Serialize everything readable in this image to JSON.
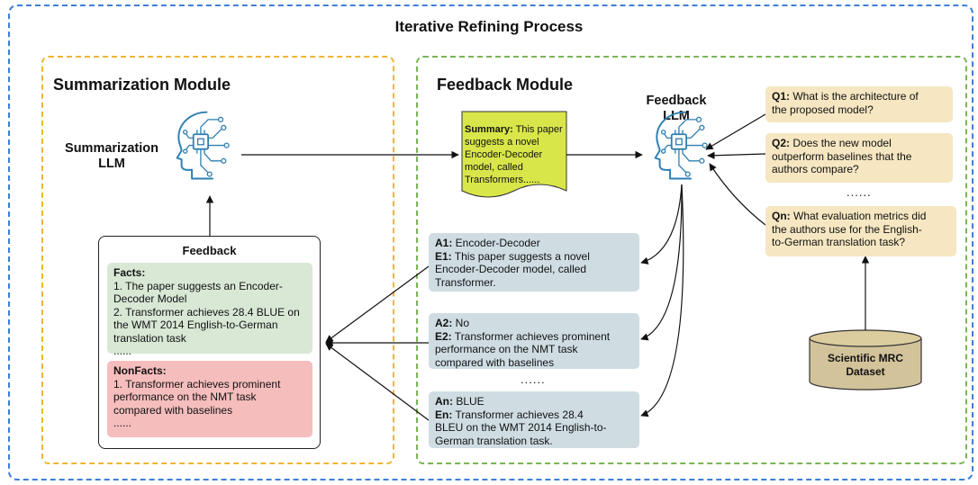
{
  "title": "Iterative Refining Process",
  "summarization_module": {
    "title": "Summarization Module",
    "llm_label": [
      "Summarization",
      "LLM"
    ],
    "feedback": {
      "title": "Feedback",
      "facts_heading": "Facts:",
      "facts_lines": [
        "1. The paper suggests an Encoder-",
        "Decoder Model",
        "2. Transformer achieves 28.4 BLUE on",
        "the WMT 2014 English-to-German",
        "translation task",
        "......"
      ],
      "nonfacts_heading": "NonFacts:",
      "nonfacts_lines": [
        "1. Transformer achieves prominent",
        "performance on the NMT task",
        "compared with baselines",
        "......"
      ]
    }
  },
  "feedback_module": {
    "title": "Feedback Module",
    "llm_label": [
      "Feedback",
      "LLM"
    ],
    "summary": {
      "label": "Summary:",
      "lines": [
        " This paper",
        "suggests a novel",
        "Encoder-Decoder",
        "model, called",
        "Transformers......"
      ]
    },
    "questions": [
      {
        "id": "Q1:",
        "lines": [
          " What is the architecture of",
          "the proposed model?"
        ]
      },
      {
        "id": "Q2:",
        "lines": [
          " Does the new model",
          "outperform baselines that the",
          "authors compare?"
        ]
      },
      {
        "id": "Qn:",
        "lines": [
          " What evaluation metrics did",
          "the authors use for the English-",
          "to-German translation task?"
        ]
      }
    ],
    "question_ellipsis": "......",
    "answers": [
      {
        "a_id": "A1:",
        "a_text": " Encoder-Decoder",
        "e_id": "E1:",
        "e_lines": [
          " This paper suggests a novel",
          "Encoder-Decoder model, called",
          "Transformer."
        ]
      },
      {
        "a_id": "A2:",
        "a_text": " No",
        "e_id": "E2:",
        "e_lines": [
          " Transformer achieves prominent",
          "performance on the NMT task",
          "compared with baselines"
        ]
      },
      {
        "a_id": "An:",
        "a_text": " BLUE",
        "e_id": "En:",
        "e_lines": [
          " Transformer achieves 28.4",
          "BLEU on the WMT 2014 English-to-",
          "German translation task."
        ]
      }
    ],
    "answer_ellipsis": "......",
    "dataset_label": [
      "Scientific MRC",
      "Dataset"
    ]
  },
  "colors": {
    "outer_border": "#3d7fd6",
    "summarization_border": "#efb531",
    "feedback_border": "#79b556",
    "llm_icon": "#2e7fb0",
    "summary_note": "#d9e64a",
    "question_bg": "#f6e7c2",
    "answer_bg": "#cfdde3",
    "facts_bg": "#d8e8d5",
    "nonfacts_bg": "#f6bdbd",
    "database": "#d2c39a"
  },
  "icons": {
    "summarization_llm": "ai-head-chip-icon",
    "feedback_llm": "ai-head-chip-icon",
    "summary": "document-note-icon",
    "dataset": "database-cylinder-icon"
  }
}
